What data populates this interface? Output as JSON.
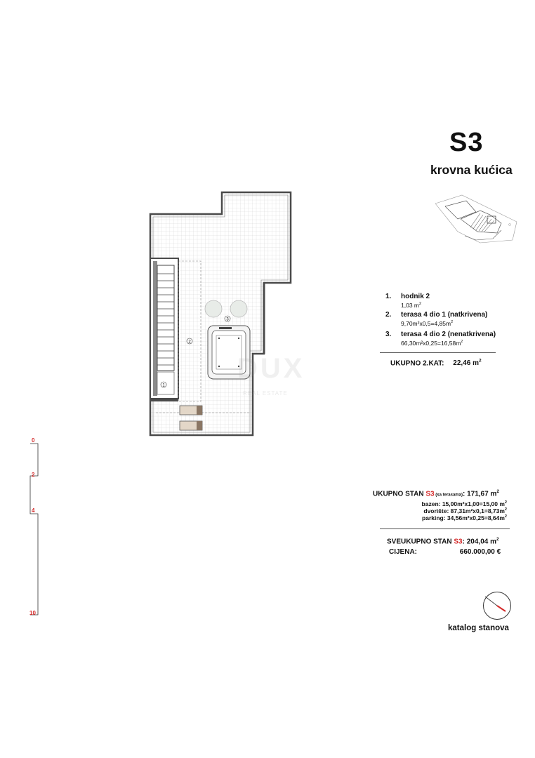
{
  "header": {
    "title": "S3",
    "subtitle": "krovna kućica"
  },
  "rooms": [
    {
      "num": "1.",
      "name": "hodnik 2",
      "area": "1,03 m",
      "area_sup": "2"
    },
    {
      "num": "2.",
      "name": "terasa 4 dio 1 (natkrivena)",
      "area": "9,70m²x0,5=4,85m",
      "area_sup": "2"
    },
    {
      "num": "3.",
      "name": "terasa 4 dio 2 (nenatkrivena)",
      "area": "66,30m²x0,25=16,58m",
      "area_sup": "2"
    }
  ],
  "floor_total": {
    "label": "UKUPNO 2.KAT:",
    "value": "22,46 m",
    "sup": "2"
  },
  "apartment_total": {
    "label_prefix": "UKUPNO STAN ",
    "unit": "S3",
    "note": " (sa terasama)",
    "value": ": 171,67 m",
    "sup": "2"
  },
  "extras": [
    {
      "text": "bazen: 15,00m²x1,00=15,00 m",
      "sup": "2"
    },
    {
      "text": "dvorište: 87,31m²x0,1=8,73m",
      "sup": "2"
    },
    {
      "text": "parking: 34,56m²x0,25=8,64m",
      "sup": "2"
    }
  ],
  "grand_total": {
    "label_prefix": "SVEUKUPNO STAN ",
    "unit": "S3",
    "value": ": 204,04 m",
    "sup": "2"
  },
  "price": {
    "label": "CIJENA:",
    "value": "660.000,00  €"
  },
  "watermark": {
    "brand": "DUX",
    "sub": "REAL ESTATE"
  },
  "plan_labels": {
    "room1": "1",
    "room2": "2",
    "room3": "3"
  },
  "scale": {
    "ticks": [
      "0",
      "2",
      "4",
      "10"
    ]
  },
  "footer": {
    "caption": "katalog stanova"
  },
  "colors": {
    "accent_red": "#d42a2a",
    "plan_line": "#4a4a4a",
    "tile": "#cfcfcf"
  }
}
